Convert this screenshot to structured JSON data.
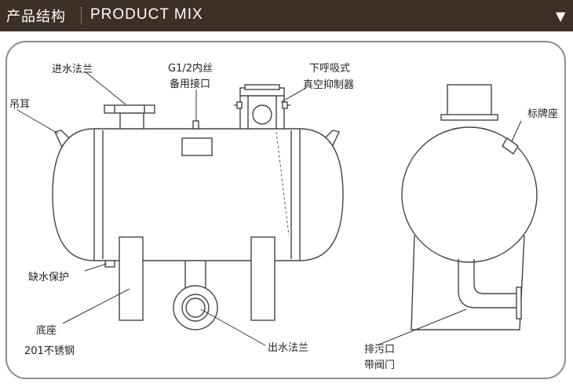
{
  "header": {
    "title_cn": "产品结构",
    "title_en": "PRODUCT MIX",
    "arrow_icon": "triangle-down-icon",
    "background": "#3d3026"
  },
  "labels": {
    "inlet_flange": "进水法兰",
    "lifting_lug": "吊耳",
    "spare_port_line1": "G1/2内丝",
    "spare_port_line2": "备用接口",
    "vacuum_line1": "下呼吸式",
    "vacuum_line2": "真空抑制器",
    "nameplate_seat": "标牌座",
    "low_water_protection": "缺水保护",
    "base_line1": "底座",
    "base_line2": "201不锈钢",
    "outlet_flange": "出水法兰",
    "drain_line1": "排污口",
    "drain_line2": "带阀门"
  }
}
